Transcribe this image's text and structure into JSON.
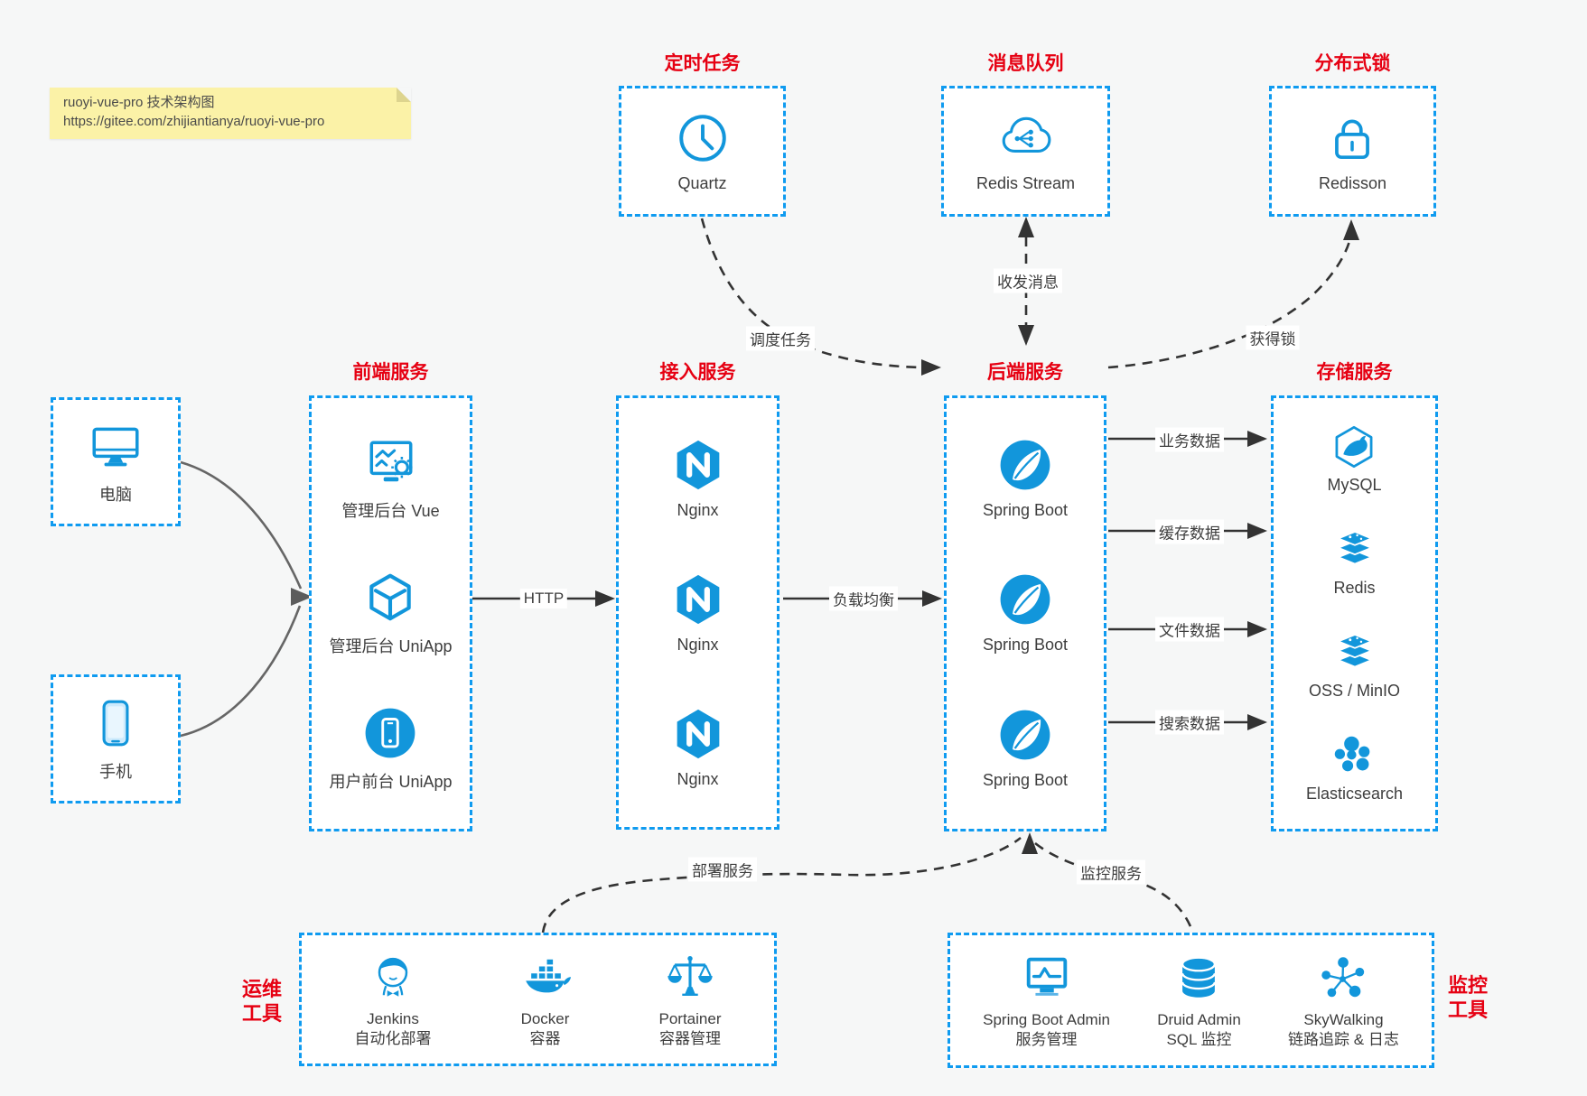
{
  "note": {
    "line1": "ruoyi-vue-pro 技术架构图",
    "line2": "https://gitee.com/zhijiantianya/ruoyi-vue-pro"
  },
  "groups": {
    "scheduler": {
      "title": "定时任务",
      "item": {
        "label": "Quartz",
        "icon": "clock-icon"
      }
    },
    "mq": {
      "title": "消息队列",
      "item": {
        "label": "Redis Stream",
        "icon": "cloud-queue-icon"
      }
    },
    "lock": {
      "title": "分布式锁",
      "item": {
        "label": "Redisson",
        "icon": "lock-icon"
      }
    },
    "clients": {
      "pc": {
        "label": "电脑",
        "icon": "desktop-icon"
      },
      "phone": {
        "label": "手机",
        "icon": "smartphone-icon"
      }
    },
    "frontend": {
      "title": "前端服务",
      "items": [
        {
          "label": "管理后台 Vue",
          "icon": "admin-screen-icon"
        },
        {
          "label": "管理后台 UniApp",
          "icon": "cube-icon"
        },
        {
          "label": "用户前台 UniApp",
          "icon": "mobile-app-icon"
        }
      ]
    },
    "gateway": {
      "title": "接入服务",
      "items": [
        {
          "label": "Nginx",
          "icon": "nginx-icon"
        },
        {
          "label": "Nginx",
          "icon": "nginx-icon"
        },
        {
          "label": "Nginx",
          "icon": "nginx-icon"
        }
      ]
    },
    "backend": {
      "title": "后端服务",
      "items": [
        {
          "label": "Spring Boot",
          "icon": "spring-icon"
        },
        {
          "label": "Spring Boot",
          "icon": "spring-icon"
        },
        {
          "label": "Spring Boot",
          "icon": "spring-icon"
        }
      ]
    },
    "storage": {
      "title": "存储服务",
      "items": [
        {
          "label": "MySQL",
          "icon": "mysql-icon"
        },
        {
          "label": "Redis",
          "icon": "redis-stack-icon"
        },
        {
          "label": "OSS / MinIO",
          "icon": "oss-stack-icon"
        },
        {
          "label": "Elasticsearch",
          "icon": "elasticsearch-icon"
        }
      ]
    },
    "ops": {
      "side_line1": "运维",
      "side_line2": "工具",
      "items": [
        {
          "name": "Jenkins",
          "desc": "自动化部署",
          "icon": "jenkins-icon"
        },
        {
          "name": "Docker",
          "desc": "容器",
          "icon": "docker-icon"
        },
        {
          "name": "Portainer",
          "desc": "容器管理",
          "icon": "portainer-icon"
        }
      ]
    },
    "monitoring": {
      "side_line1": "监控",
      "side_line2": "工具",
      "items": [
        {
          "name": "Spring Boot Admin",
          "desc": "服务管理",
          "icon": "admin-monitor-icon"
        },
        {
          "name": "Druid Admin",
          "desc": "SQL 监控",
          "icon": "database-icon"
        },
        {
          "name": "SkyWalking",
          "desc": "链路追踪 & 日志",
          "icon": "topology-icon"
        }
      ]
    }
  },
  "edges": {
    "http": "HTTP",
    "load_balance": "负载均衡",
    "biz_data": "业务数据",
    "cache_data": "缓存数据",
    "file_data": "文件数据",
    "search_data": "搜索数据",
    "schedule": "调度任务",
    "message": "收发消息",
    "acquire_lock": "获得锁",
    "deploy": "部署服务",
    "monitor": "监控服务"
  },
  "colors": {
    "icon_blue": "#1296db",
    "border_blue": "#0f9bf0",
    "title_red": "#e60012",
    "edge_dark": "#333333",
    "client_gray": "#666666",
    "note_bg": "#fbf2a7"
  }
}
